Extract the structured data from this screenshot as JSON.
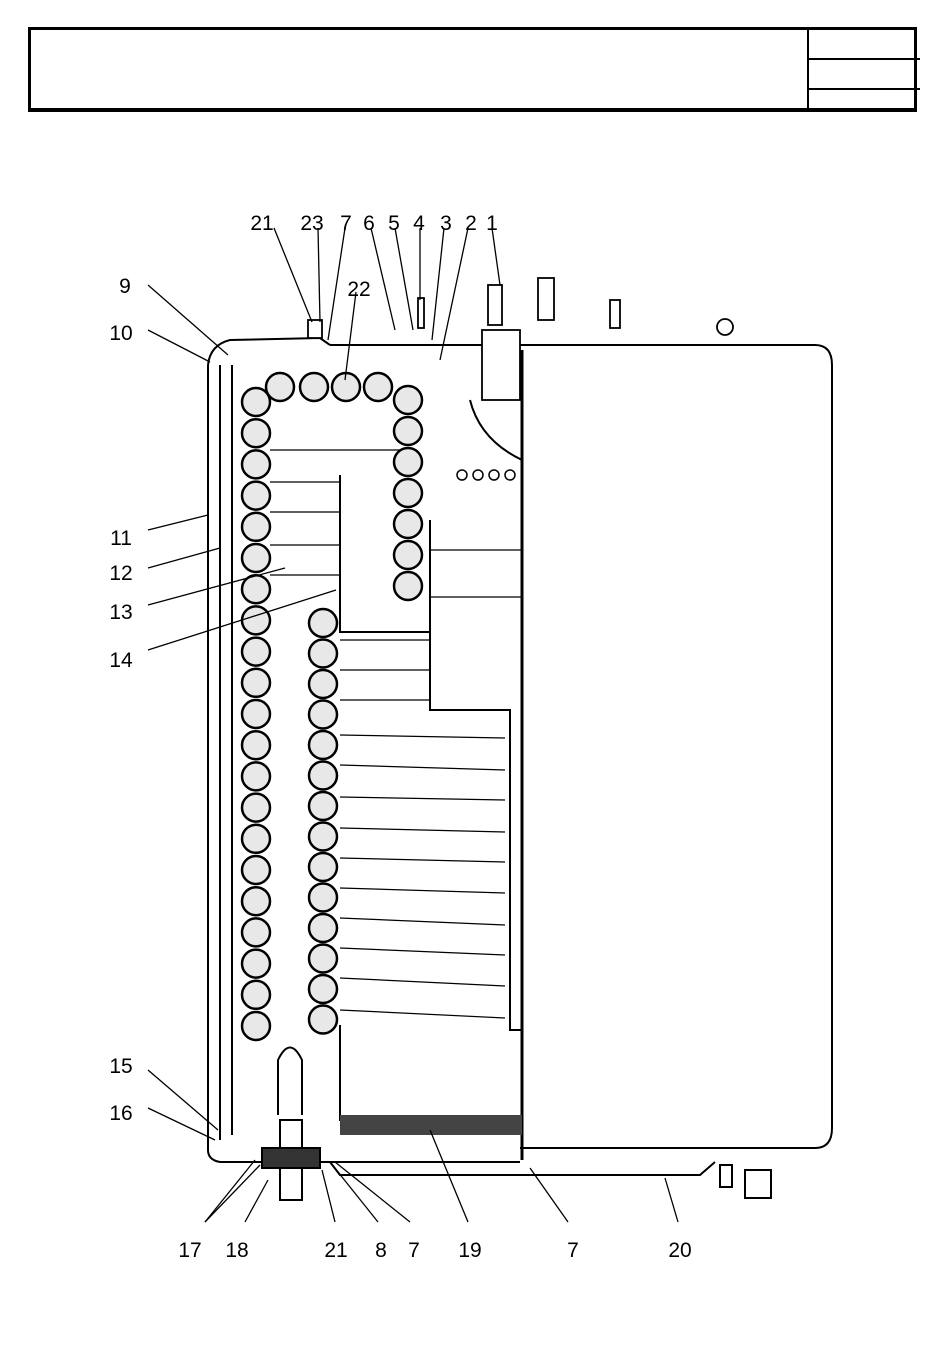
{
  "header": {
    "title": "",
    "cells": [
      "",
      "",
      ""
    ]
  },
  "labels": [
    {
      "id": "l21a",
      "text": "21"
    },
    {
      "id": "l23",
      "text": "23"
    },
    {
      "id": "l7a",
      "text": "7"
    },
    {
      "id": "l6",
      "text": "6"
    },
    {
      "id": "l5",
      "text": "5"
    },
    {
      "id": "l4",
      "text": "4"
    },
    {
      "id": "l3",
      "text": "3"
    },
    {
      "id": "l2",
      "text": "2"
    },
    {
      "id": "l1",
      "text": "1"
    },
    {
      "id": "l22",
      "text": "22"
    },
    {
      "id": "l9",
      "text": "9"
    },
    {
      "id": "l10",
      "text": "10"
    },
    {
      "id": "l11",
      "text": "11"
    },
    {
      "id": "l12",
      "text": "12"
    },
    {
      "id": "l13",
      "text": "13"
    },
    {
      "id": "l14",
      "text": "14"
    },
    {
      "id": "l15",
      "text": "15"
    },
    {
      "id": "l16",
      "text": "16"
    },
    {
      "id": "l17",
      "text": "17"
    },
    {
      "id": "l18",
      "text": "18"
    },
    {
      "id": "l21b",
      "text": "21"
    },
    {
      "id": "l8",
      "text": "8"
    },
    {
      "id": "l7b",
      "text": "7"
    },
    {
      "id": "l19",
      "text": "19"
    },
    {
      "id": "l7c",
      "text": "7"
    },
    {
      "id": "l20",
      "text": "20"
    }
  ],
  "colors": {
    "ink": "#000000",
    "paper": "#ffffff",
    "coil": "#e8e8e8"
  }
}
